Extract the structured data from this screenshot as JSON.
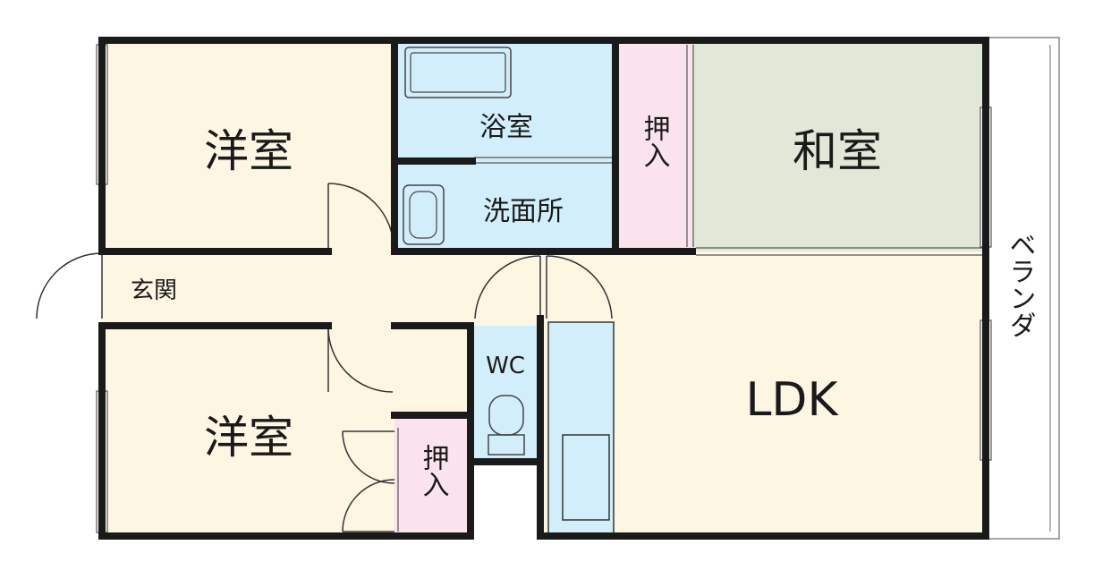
{
  "rooms": {
    "western_upper": "洋室",
    "bath": "浴室",
    "washroom": "洗面所",
    "closet_upper": "押入",
    "japanese": "和室",
    "entrance": "玄関",
    "wc": "WC",
    "western_lower": "洋室",
    "closet_lower": "押入",
    "ldk": "LDK",
    "balcony": "ベランダ"
  },
  "colors": {
    "western": "#fdf6e3",
    "wet": "#d3eefb",
    "closet": "#fbe3ee",
    "tatami": "#e2e8d8",
    "ldk": "#fdf6e3",
    "wall": "#1a1a1a"
  }
}
